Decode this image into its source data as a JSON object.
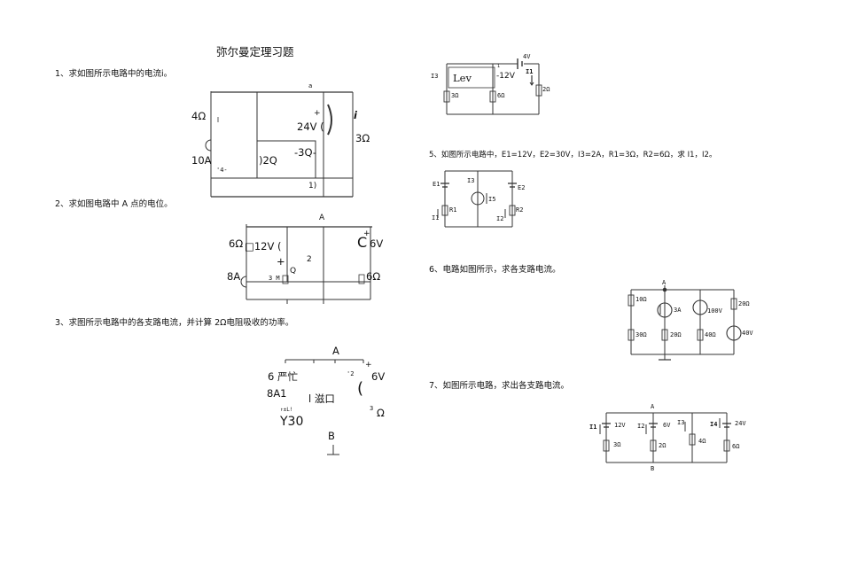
{
  "title": "弥尔曼定理习题",
  "problems": {
    "p1": {
      "text": "1、求如图所示电路中的电流i。",
      "labels": [
        "a",
        "4Ω",
        "+",
        "24V (",
        ")",
        "i",
        "3Ω",
        "-3Q-",
        ")2Q",
        "10A",
        "'4-",
        "1)"
      ]
    },
    "p2": {
      "text": "2、求如图电路中 A 点的电位。",
      "labels": [
        "A",
        "6Ω",
        "□12V (",
        "C",
        "6V",
        "+",
        "+",
        "2",
        "8A",
        "3 M",
        "Q",
        "6Ω"
      ]
    },
    "p3": {
      "text": "3、求图所示电路中的各支路电流，并计算 2Ω电阻吸收的功率。",
      "labels": [
        "A",
        "6 严忙",
        "+",
        "'2",
        "6V",
        "8A1",
        "l 滋口",
        "(",
        "3",
        "Ω",
        "↑±L!",
        "Y30",
        "B",
        "⊥"
      ]
    },
    "p4": {
      "labels": [
        "4V",
        "I3",
        "Lev",
        "1",
        "-12V",
        "I1",
        "2Ω",
        "3Ω",
        "6Ω"
      ]
    },
    "p5": {
      "text": "5、如图所示电路中，E1=12V，E2=30V，I3=2A，R1=3Ω，R2=6Ω，求 I1，I2。",
      "labels": [
        "E1",
        "I3",
        "E2",
        "I5",
        "R1",
        "R2",
        "I1",
        "I2"
      ]
    },
    "p6": {
      "text": "6、电路如图所示，求各支路电流。",
      "labels": [
        "A",
        "10Ω",
        "3A",
        "100V",
        "20Ω",
        "30Ω",
        "20Ω",
        "40Ω",
        "40V"
      ]
    },
    "p7": {
      "text": "7、如图所示电路，求出各支路电流。",
      "labels": [
        "A",
        "I1",
        "12V",
        "I2",
        "6V",
        "I3",
        "I4",
        "24V",
        "3Ω",
        "2Ω",
        "4Ω",
        "6Ω",
        "B"
      ]
    }
  }
}
